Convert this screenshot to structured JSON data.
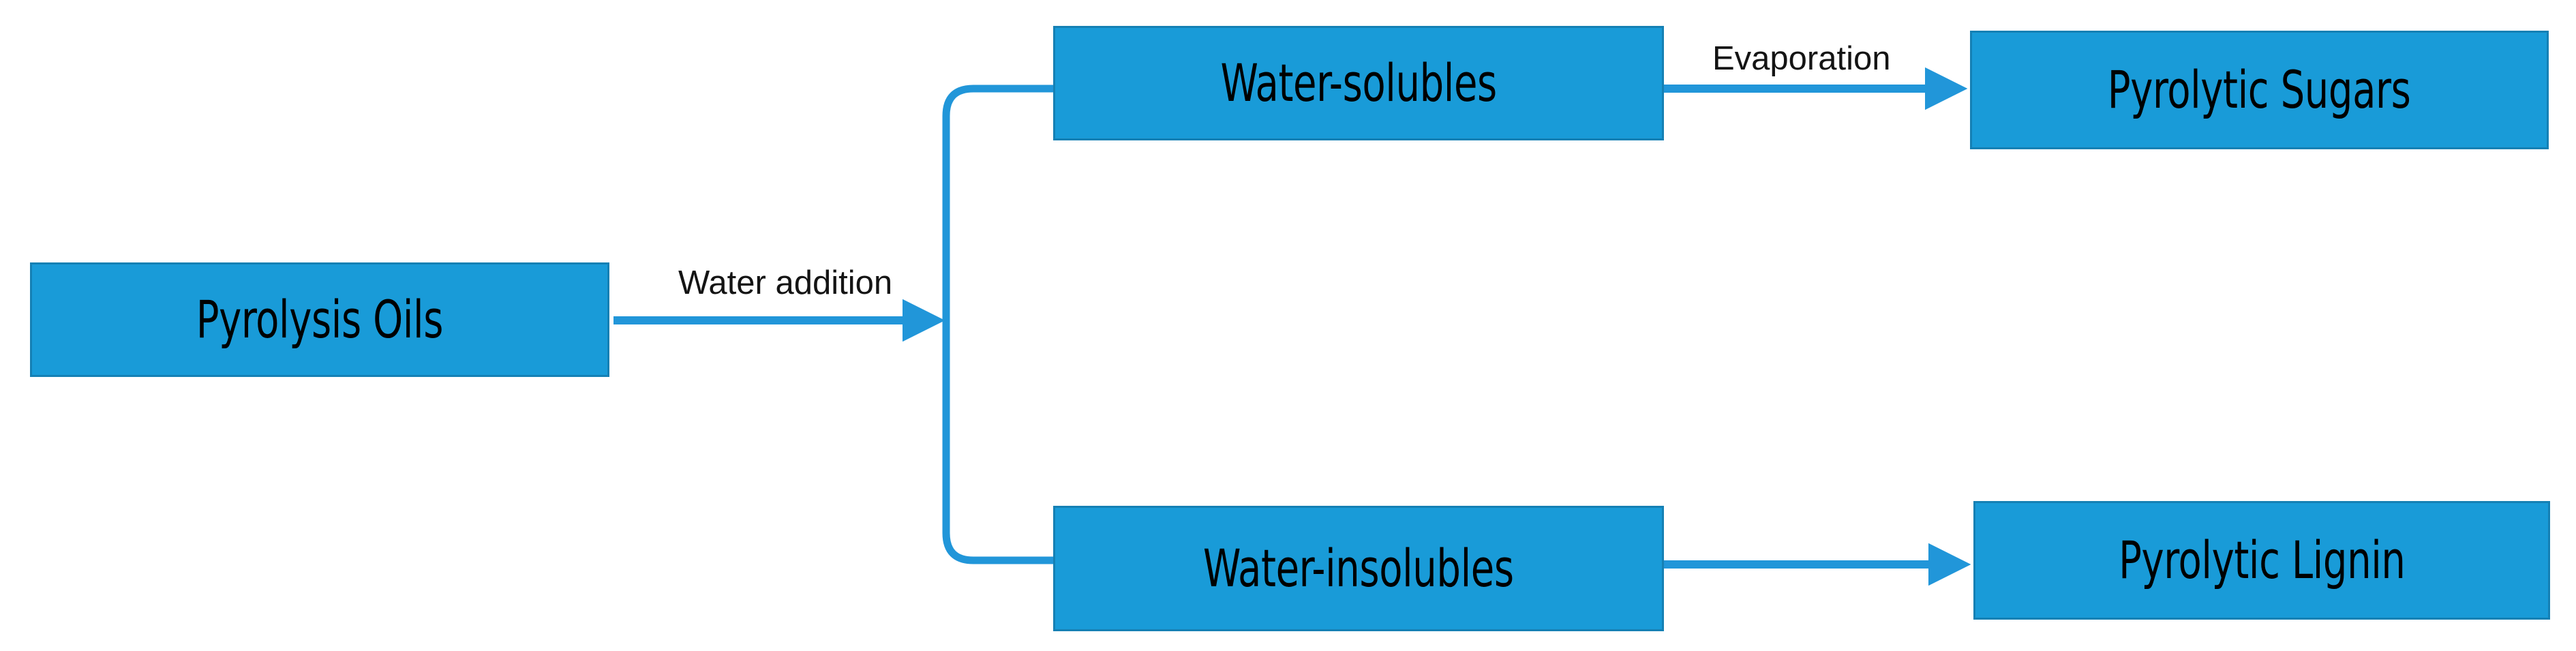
{
  "diagram": {
    "title": "Pyrolysis oil fractionation flowchart",
    "type": "flowchart",
    "background_color": "#FFFFFF",
    "node_fill_color": "#199BD8",
    "node_border_color": "#1580B4",
    "node_text_color": "#000000",
    "connector_color": "#2196D9",
    "edge_label_color": "#141414",
    "nodes": [
      {
        "id": "pyrolysis-oils",
        "label": "Pyrolysis Oils"
      },
      {
        "id": "water-solubles",
        "label": "Water-solubles"
      },
      {
        "id": "pyrolytic-sugars",
        "label": "Pyrolytic Sugars"
      },
      {
        "id": "water-insolubles",
        "label": "Water-insolubles"
      },
      {
        "id": "pyrolytic-lignin",
        "label": "Pyrolytic Lignin"
      }
    ],
    "edges": [
      {
        "id": "oils-to-split",
        "from": "pyrolysis-oils",
        "to": "split-junction",
        "label": "Water addition",
        "arrow": true
      },
      {
        "id": "split-to-water-solubles",
        "from": "split-junction",
        "to": "water-solubles",
        "label": "",
        "arrow": false
      },
      {
        "id": "split-to-water-insolubles",
        "from": "split-junction",
        "to": "water-insolubles",
        "label": "",
        "arrow": false
      },
      {
        "id": "solubles-to-sugars",
        "from": "water-solubles",
        "to": "pyrolytic-sugars",
        "label": "Evaporation",
        "arrow": true
      },
      {
        "id": "insolubles-to-lignin",
        "from": "water-insolubles",
        "to": "pyrolytic-lignin",
        "label": "",
        "arrow": true
      }
    ]
  }
}
